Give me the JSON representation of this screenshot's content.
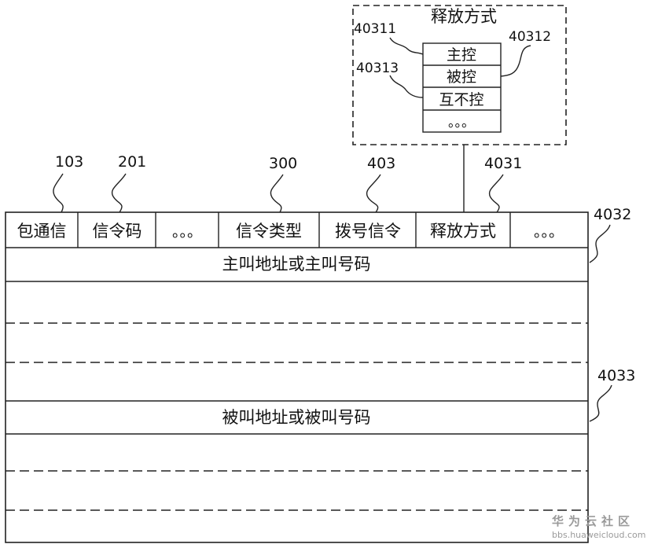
{
  "popup": {
    "title": "释放方式",
    "ref_label_left_top": "40311",
    "ref_label_right": "40312",
    "ref_label_left_bottom": "40313",
    "items": [
      "主控",
      "被控",
      "互不控",
      "。。。"
    ]
  },
  "ref_labels": {
    "r103": "103",
    "r201": "201",
    "r300": "300",
    "r403": "403",
    "r4031": "4031",
    "r4032": "4032",
    "r4033": "4033"
  },
  "header_cells": [
    "包通信",
    "信令码",
    "。。。",
    "信令类型",
    "拨号信令",
    "释放方式",
    "。。。"
  ],
  "rows": {
    "calling": "主叫地址或主叫号码",
    "called": "被叫地址或被叫号码"
  },
  "watermark": {
    "line1": "华为云社区",
    "line2": "bbs.huaweicloud.com"
  }
}
